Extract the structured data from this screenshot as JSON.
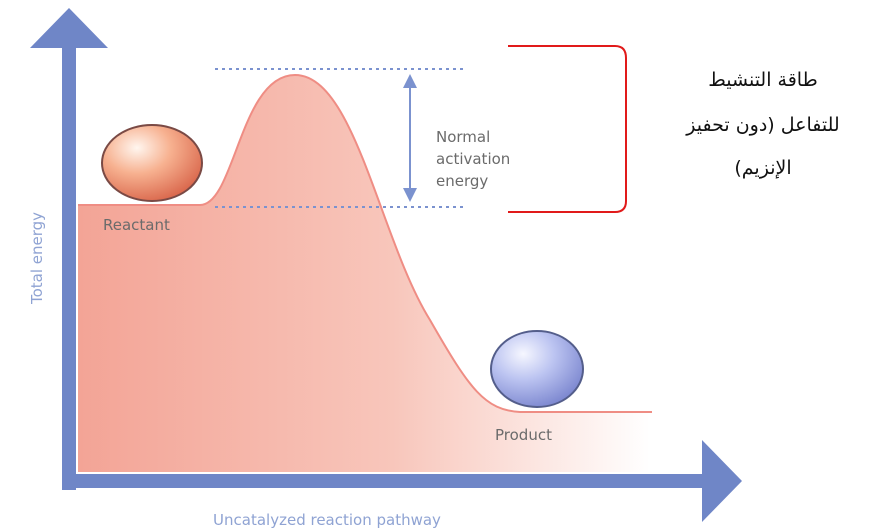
{
  "diagram": {
    "y_axis_label": "Total energy",
    "x_axis_label": "Uncatalyzed reaction pathway",
    "reactant_label": "Reactant",
    "product_label": "Product",
    "activation_label_lines": [
      "Normal",
      "activation",
      "energy"
    ],
    "annotation_lines": [
      "طاقة التنشيط",
      "للتفاعل (دون تحفيز",
      "الإنزيم)"
    ],
    "colors": {
      "axis": "#6f86c7",
      "curve_fill": "#f4b0a3",
      "curve_line": "#ef8d84",
      "bracket": "#e11a1a",
      "dotted_line": "#7b92cf",
      "reactant_ball": "#f08a67",
      "product_ball": "#8e9bd9"
    }
  }
}
